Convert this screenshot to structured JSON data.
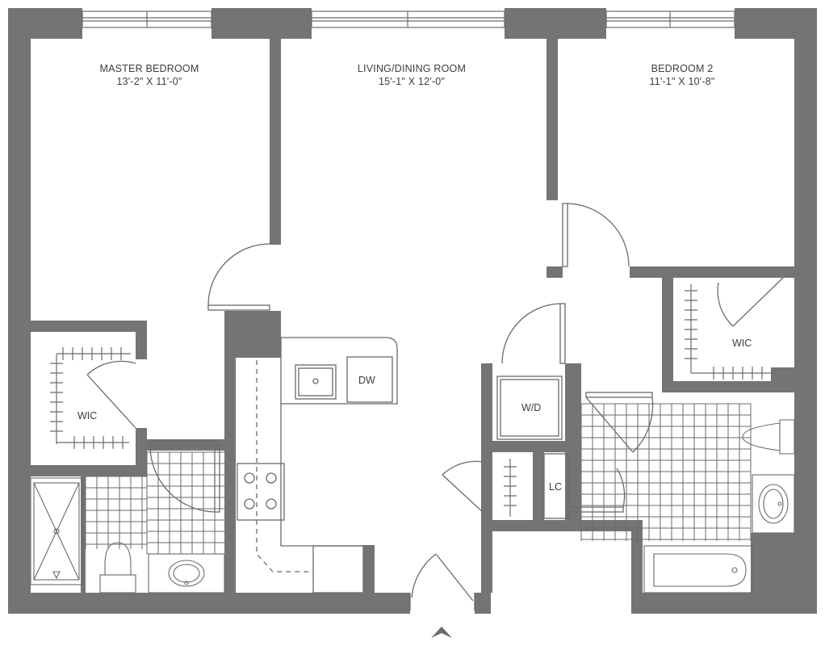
{
  "rooms": {
    "master_bedroom": {
      "name": "MASTER BEDROOM",
      "dims": "13'-2\" X 11'-0\""
    },
    "living_dining": {
      "name": "LIVING/DINING ROOM",
      "dims": "15'-1\" X 12'-0\""
    },
    "bedroom2": {
      "name": "BEDROOM 2",
      "dims": "11'-1\" X 10'-8\""
    }
  },
  "fixtures": {
    "wic_left": "WIC",
    "wic_right": "WIC",
    "dw": "DW",
    "wd": "W/D",
    "lc": "LC"
  },
  "colors": {
    "wall": "#747474",
    "line": "#6a6a6a",
    "background": "#ffffff"
  }
}
